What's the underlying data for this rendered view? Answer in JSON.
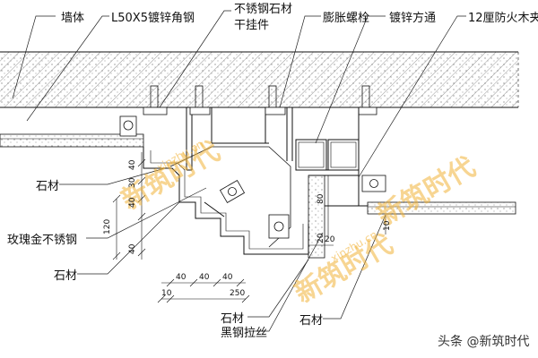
{
  "labels": {
    "wall": "墙体",
    "angle_steel": "L50X5镀锌角钢",
    "hanger_line1": "不锈钢石材",
    "hanger_line2": "干挂件",
    "expansion_bolt": "膨胀螺栓",
    "square_tube": "镀锌方通",
    "fire_board": "12厘防火木夹",
    "stone_left_upper": "石材",
    "rose_gold": "玫瑰金不锈钢",
    "stone_left_lower": "石材",
    "stone_bottom_1": "石材",
    "black_wire": "黑钢拉丝",
    "stone_bottom_2": "石材"
  },
  "dimensions": {
    "d40a": "40",
    "d30": "30",
    "d40b": "40",
    "d120": "120",
    "d40c": "40",
    "h40_1": "40",
    "h40_2": "40",
    "h40_3": "40",
    "d10": "10",
    "d250": "250",
    "d80": "80",
    "d20a": "20",
    "d20b": "20",
    "d10b": "10"
  },
  "watermark": {
    "brand": "新筑时代",
    "site": "xinzhu.cn"
  },
  "credit": "头条 @新筑时代",
  "colors": {
    "line": "#111111",
    "watermark": "#f2b43a",
    "background": "#ffffff"
  }
}
